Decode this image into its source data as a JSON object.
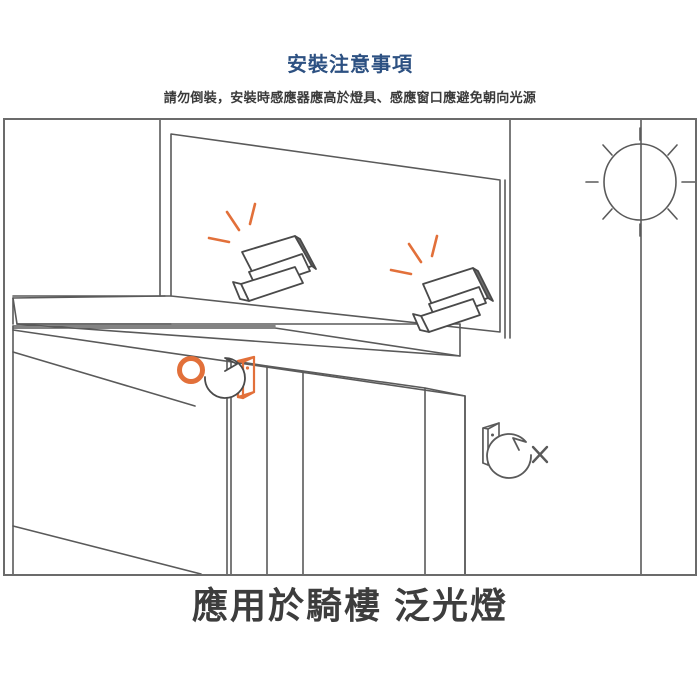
{
  "header": {
    "title": "安裝注意事項",
    "subtitle": "請勿倒裝，安裝時感應器應高於燈具、感應窗口應避免朝向光源",
    "title_color": "#2d5182",
    "subtitle_color": "#3a3a3a"
  },
  "illustration": {
    "name": "騎樓泛光燈安裝示意圖",
    "line_color": "#5a5a5a",
    "accent_color": "#e2703a",
    "border_color": "#6b6b6b",
    "background": "#ffffff",
    "elements": [
      {
        "name": "sun-icon",
        "label": "太陽（光源）",
        "color": "#5a5a5a"
      },
      {
        "name": "floodlight-left",
        "label": "泛光燈",
        "color": "#5a5a5a"
      },
      {
        "name": "floodlight-right",
        "label": "泛光燈",
        "color": "#5a5a5a"
      },
      {
        "name": "light-rays",
        "label": "出光",
        "color": "#e2703a"
      },
      {
        "name": "sensor-correct",
        "label": "感應器（正確位置）",
        "color": "#e2703a"
      },
      {
        "name": "sensor-incorrect",
        "label": "感應器（錯誤位置）",
        "color": "#5a5a5a"
      },
      {
        "name": "callout-correct",
        "label": "O",
        "color": "#e2703a"
      },
      {
        "name": "callout-incorrect",
        "label": "X",
        "color": "#5a5a5a"
      }
    ],
    "callout_correct_mark": "O",
    "callout_incorrect_mark": "X"
  },
  "caption": {
    "text": "應用於騎樓 泛光燈",
    "color": "#3d3d3d"
  }
}
